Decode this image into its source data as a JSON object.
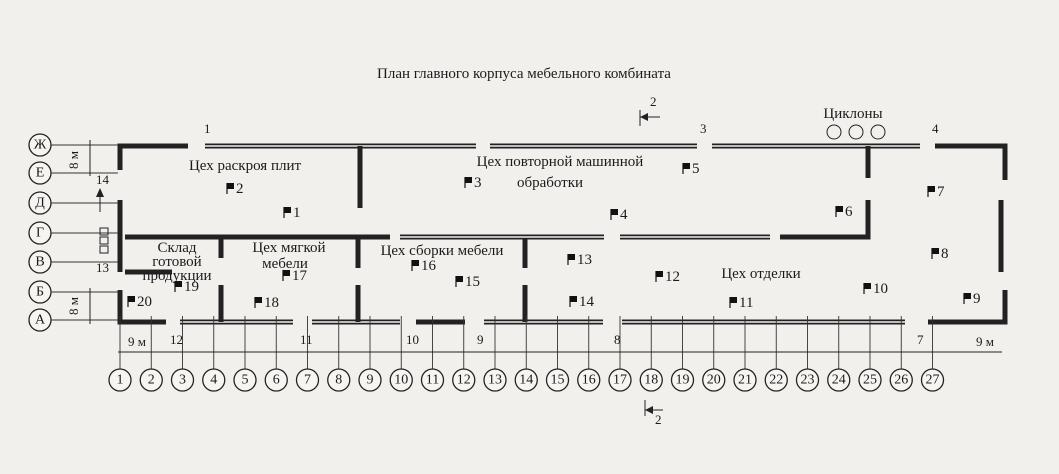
{
  "title": "План главного корпуса мебельного комбината",
  "rooms": [
    {
      "id": "raskroy",
      "label": "Цех раскроя плит"
    },
    {
      "id": "povtornoy",
      "line1": "Цех повторной машинной",
      "line2": "обработки"
    },
    {
      "id": "cyclones",
      "label": "Циклоны"
    },
    {
      "id": "sklad",
      "line1": "Склад",
      "line2": "готовой",
      "line3": "продукции"
    },
    {
      "id": "myagkoy",
      "line1": "Цех мягкой",
      "line2": "мебели"
    },
    {
      "id": "sborki",
      "label": "Цех сборки мебели"
    },
    {
      "id": "otdelki",
      "label": "Цех отделки"
    }
  ],
  "row_axes": [
    "Ж",
    "Е",
    "Д",
    "Г",
    "В",
    "Б",
    "А"
  ],
  "column_axes": [
    "1",
    "2",
    "3",
    "4",
    "5",
    "6",
    "7",
    "8",
    "9",
    "10",
    "11",
    "12",
    "13",
    "14",
    "15",
    "16",
    "17",
    "18",
    "19",
    "20",
    "21",
    "22",
    "23",
    "24",
    "25",
    "26",
    "27"
  ],
  "gate_numbers": [
    "1",
    "3",
    "4",
    "7",
    "8",
    "9",
    "10",
    "11",
    "12",
    "13",
    "14"
  ],
  "points": [
    "1",
    "2",
    "3",
    "4",
    "5",
    "6",
    "7",
    "8",
    "9",
    "10",
    "11",
    "12",
    "13",
    "14",
    "15",
    "16",
    "17",
    "18",
    "19",
    "20"
  ],
  "section_mark": "2",
  "dimensions": {
    "bay_9m": "9 м",
    "height_8m": "8 м"
  }
}
